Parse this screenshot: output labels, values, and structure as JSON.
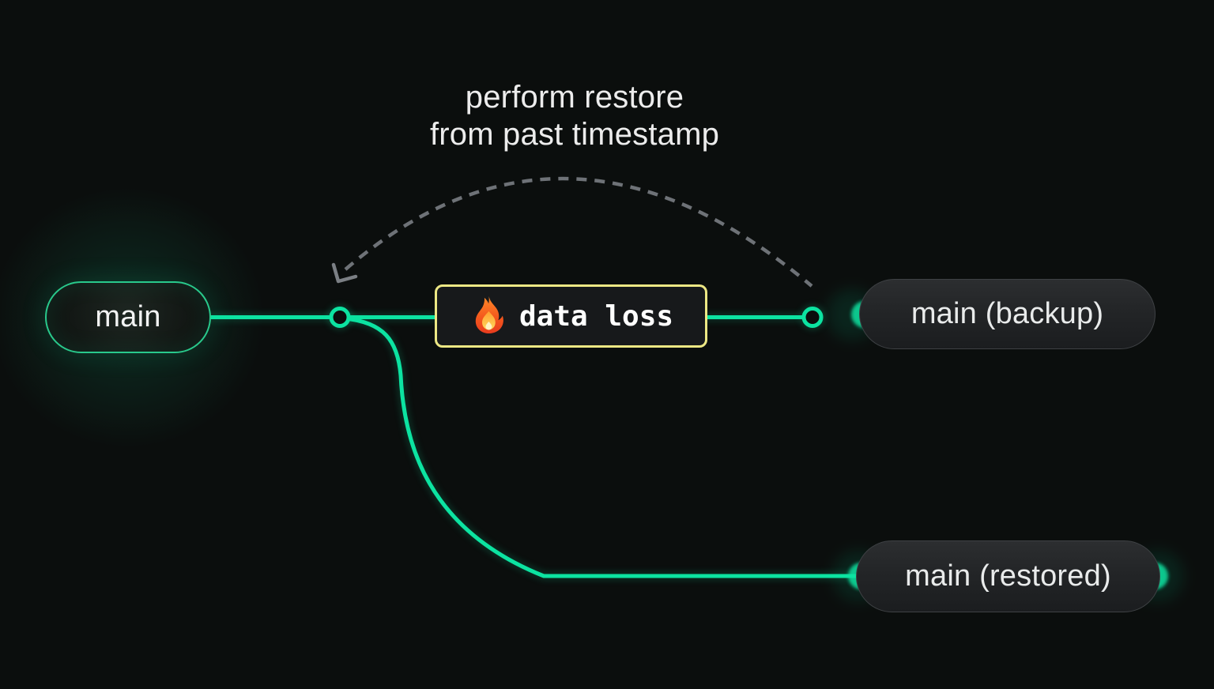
{
  "annotation": {
    "line1": "perform restore",
    "line2": "from past timestamp"
  },
  "branches": {
    "main": {
      "label": "main"
    },
    "backup": {
      "label": "main (backup)"
    },
    "restored": {
      "label": "main (restored)"
    }
  },
  "event": {
    "label": "data loss",
    "icon": "fire-icon"
  },
  "colors": {
    "background": "#0b0e0d",
    "branch_green": "#0ce3a1",
    "badge_yellow": "#ece784",
    "arrow_gray": "#6e7277",
    "text_light": "#ececec"
  }
}
